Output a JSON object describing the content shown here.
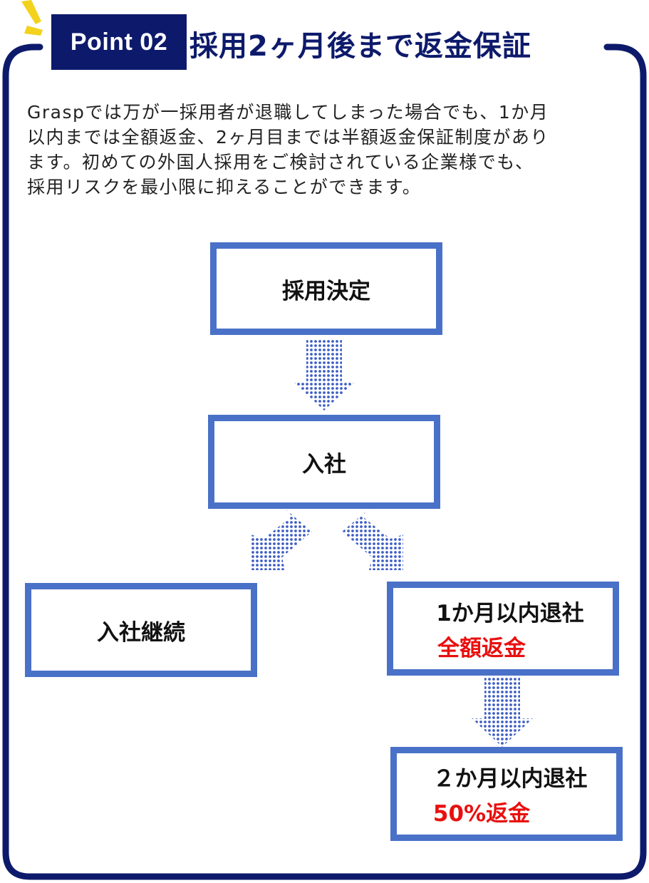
{
  "header": {
    "badge": "Point 02",
    "title": "採用2ヶ月後まで返金保証"
  },
  "intro": {
    "lines": [
      "Graspでは万が一採用者が退職してしまった場合でも、1か月",
      "以内までは全額返金、2ヶ月目までは半額返金保証制度があり",
      "ます。初めての外国人採用をご検討されている企業様でも、",
      "採用リスクを最小限に抑えることができます。"
    ]
  },
  "flow": {
    "hire_decision": "採用決定",
    "join": "入社",
    "continue": "入社継続",
    "leave_1m": {
      "label": "1か月以内退社",
      "refund": "全額返金"
    },
    "leave_2m": {
      "label": "２か月以内退社",
      "refund": "50%返金"
    }
  },
  "colors": {
    "navy": "#0d1a6b",
    "box_border": "#4a71c8",
    "arrow_dots": "#3f5fc4",
    "refund_red": "#e8100f",
    "accent_yellow": "#f2d21c"
  }
}
